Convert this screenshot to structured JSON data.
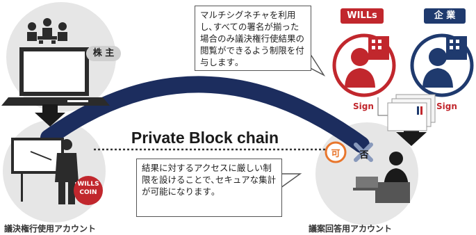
{
  "shareholder_badge": "株 主",
  "callout_top": "マルチシグネチャを利用し､すべての署名が揃った場合のみ議決権行使結果の閲覧ができるよう制限を付与します｡",
  "wills_badge": "WILLs",
  "company_badge": "企 業",
  "sign_left": "Sign",
  "sign_right": "Sign",
  "blockchain_label": "Private Block chain",
  "approve": "可",
  "reject": "否",
  "callout_bottom": "結果に対するアクセスに厳しい制限を設けることで､セキュアな集計が可能になります｡",
  "coin_line1": "WILLS",
  "coin_line2": "COIN",
  "label_left": "議決権行使用アカウント",
  "label_right": "議案回答用アカウント",
  "colors": {
    "wills_red": "#c1272d",
    "company_navy": "#1f3a6e",
    "chain_navy": "#1c2d5e",
    "circle_grey": "#e6e6e6"
  }
}
